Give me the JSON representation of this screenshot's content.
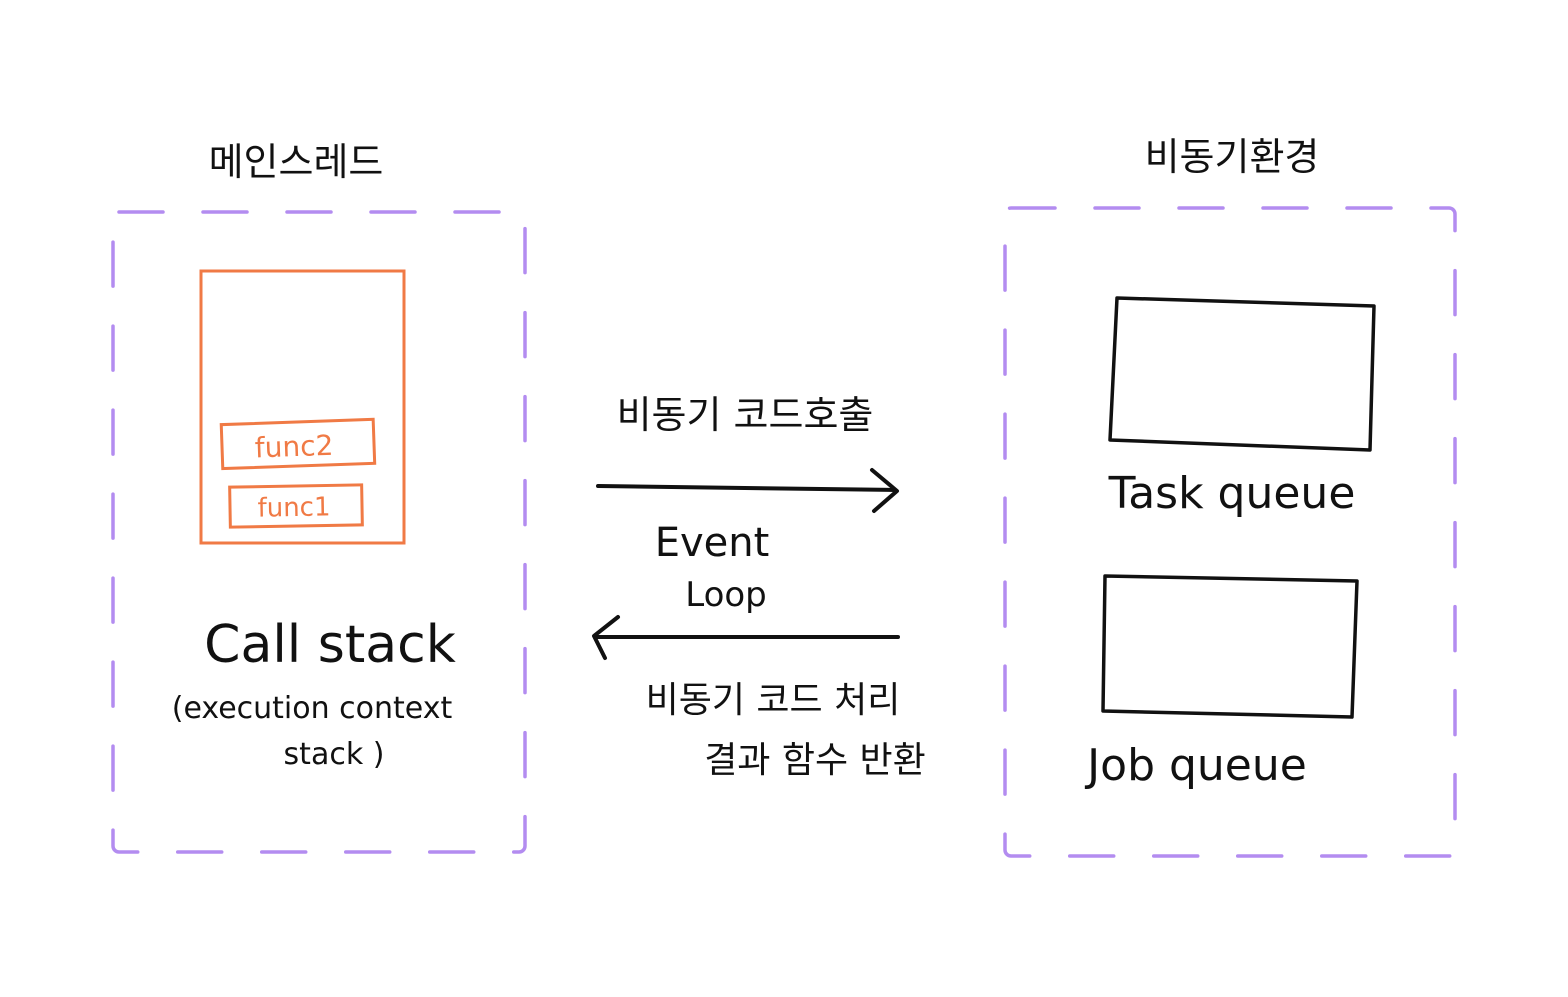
{
  "main_thread": {
    "title": "메인스레드",
    "stack_frames": [
      "func2",
      "func1"
    ],
    "stack_label": "Call stack",
    "stack_sublabel_line1": "(execution context",
    "stack_sublabel_line2": "stack )"
  },
  "async_env": {
    "title": "비동기환경",
    "task_queue_label": "Task queue",
    "job_queue_label": "Job queue"
  },
  "arrows": {
    "forward_label": "비동기 코드호출",
    "loop_label_line1": "Event",
    "loop_label_line2": "Loop",
    "return_label_line1": "비동기 코드 처리",
    "return_label_line2": "결과 함수 반환"
  },
  "colors": {
    "dashed_border": "#b38cf0",
    "stack_orange": "#f07a45",
    "ink": "#111111"
  }
}
